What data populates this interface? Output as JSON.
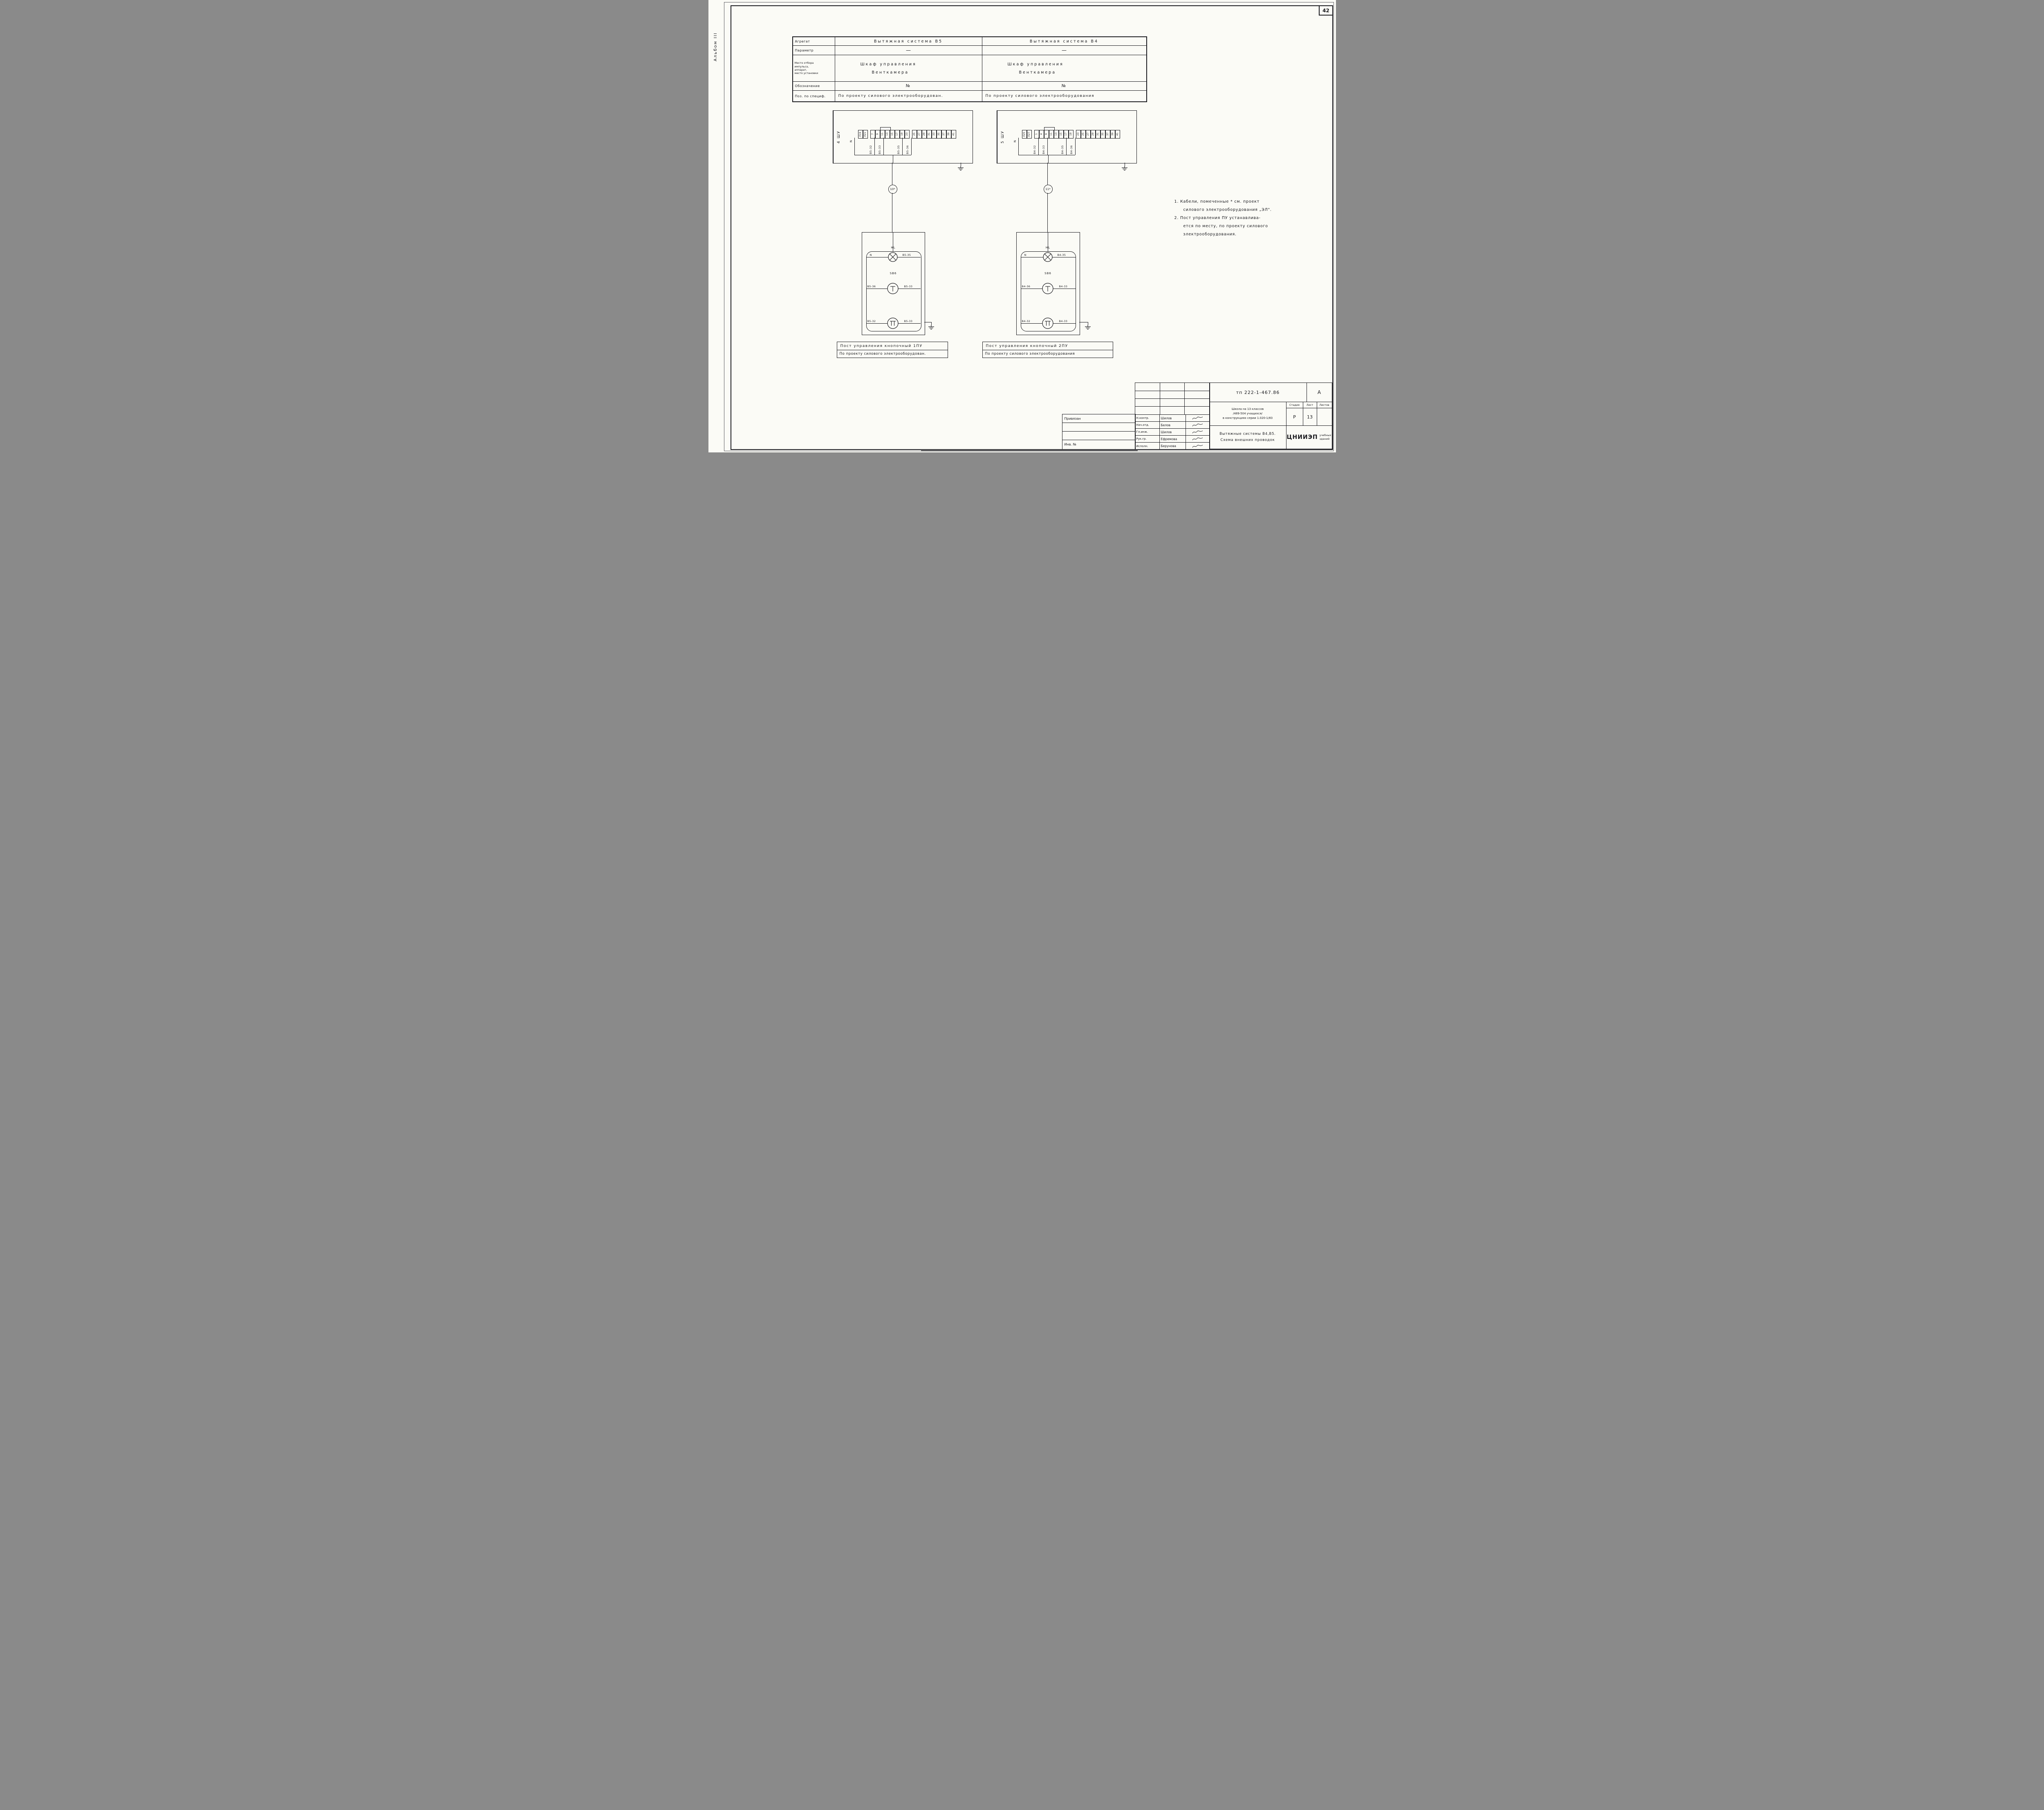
{
  "page": {
    "sheet_number": "42",
    "album_label": "Альбом III"
  },
  "spec_table": {
    "headers": {
      "agregat": "Агрегат",
      "parametr": "Параметр",
      "mesto": "Место отбора\nимпульса,\nаппарат,\nместо установки",
      "oboznachenie": "Обозначение",
      "poz": "Поз. по специф."
    },
    "b5": {
      "system": "Вытяжная система В5",
      "parametr": "—",
      "mesto1": "Шкаф управления",
      "mesto2": "Венткамера",
      "oboznachenie": "№",
      "poz": "По проекту силового электрооборудован."
    },
    "b4": {
      "system": "Вытяжная система В4",
      "parametr": "—",
      "mesto1": "Шкаф управления",
      "mesto2": "Венткамера",
      "oboznachenie": "№",
      "poz": "По проекту силового электрооборудования"
    }
  },
  "box_b5": {
    "label": "4 ШУ",
    "n": "N",
    "terminals": [
      "Л19",
      "Л21",
      "7",
      "9",
      "11",
      "13",
      "15",
      "17",
      "19",
      "23",
      "25",
      "27",
      "29",
      "31",
      "33",
      "35",
      "37",
      "39",
      "41"
    ],
    "cables": [
      "В5-32",
      "В5-33",
      "В5-35",
      "В5-36"
    ],
    "marker": "10*"
  },
  "box_b4": {
    "label": "5 ШУ",
    "n": "N",
    "terminals": [
      "Л25",
      "Л27",
      "1",
      "4",
      "9",
      "11",
      "13",
      "15",
      "17",
      "19",
      "23",
      "25",
      "27",
      "29",
      "31",
      "35",
      "37",
      "39",
      "41"
    ],
    "cables": [
      "В4-32",
      "В4-33",
      "В4-35",
      "В4-36"
    ],
    "marker": "11*"
  },
  "post1": {
    "hl": "HL",
    "n": "N",
    "lamp_wire": "В5-35",
    "sb": "SB6",
    "b1l": "В5-36",
    "b1r": "В5-33",
    "b2l": "В5-32",
    "b2r": "В5-33",
    "caption1": "Пост управления кнопочный 1ПУ",
    "caption2": "По проекту силового электрооборудован."
  },
  "post2": {
    "hl": "HL",
    "n": "N",
    "lamp_wire": "В4-35",
    "sb": "SB6",
    "b1l": "В4-36",
    "b1r": "В4-33",
    "b2l": "В4-32",
    "b2r": "В4-33",
    "caption1": "Пост управления кнопочный 2ПУ",
    "caption2": "По проекту силового электрооборудования"
  },
  "notes": [
    "1. Кабели, помеченные * см. проект",
    "силового электрооборудования „ЭЛ\".",
    "2. Пост управления ПУ устанавлива-",
    "ется по месту, по проекту силового",
    "электрооборудования."
  ],
  "title_block": {
    "doc_number": "тп 222-1-467.86",
    "revision": "А",
    "project": [
      "Школа на 13 классов",
      "/489-504 учащихся/",
      "в конструкциях серии 1.020-1/83"
    ],
    "stage_h": "Стадия",
    "sheet_h": "Лист",
    "sheets_h": "Листов",
    "stage": "Р",
    "sheet": "13",
    "sheets": "",
    "subject": [
      "Вытяжные системы В4,В5.",
      "Схема внешних проводок"
    ],
    "org": "ЦНИИЭП",
    "org_small": [
      "учебных",
      "зданий"
    ],
    "privyazan": "Привязан",
    "inv": "Инв. №",
    "roles": [
      {
        "r": "Н.контр.",
        "n": "Шилов"
      },
      {
        "r": "Нач.отд.",
        "n": "Белов"
      },
      {
        "r": "Гл.инж.",
        "n": "Шилов"
      },
      {
        "r": "Рук.гр.",
        "n": "Ефремова"
      },
      {
        "r": "Исполн.",
        "n": "Берунова"
      }
    ]
  }
}
